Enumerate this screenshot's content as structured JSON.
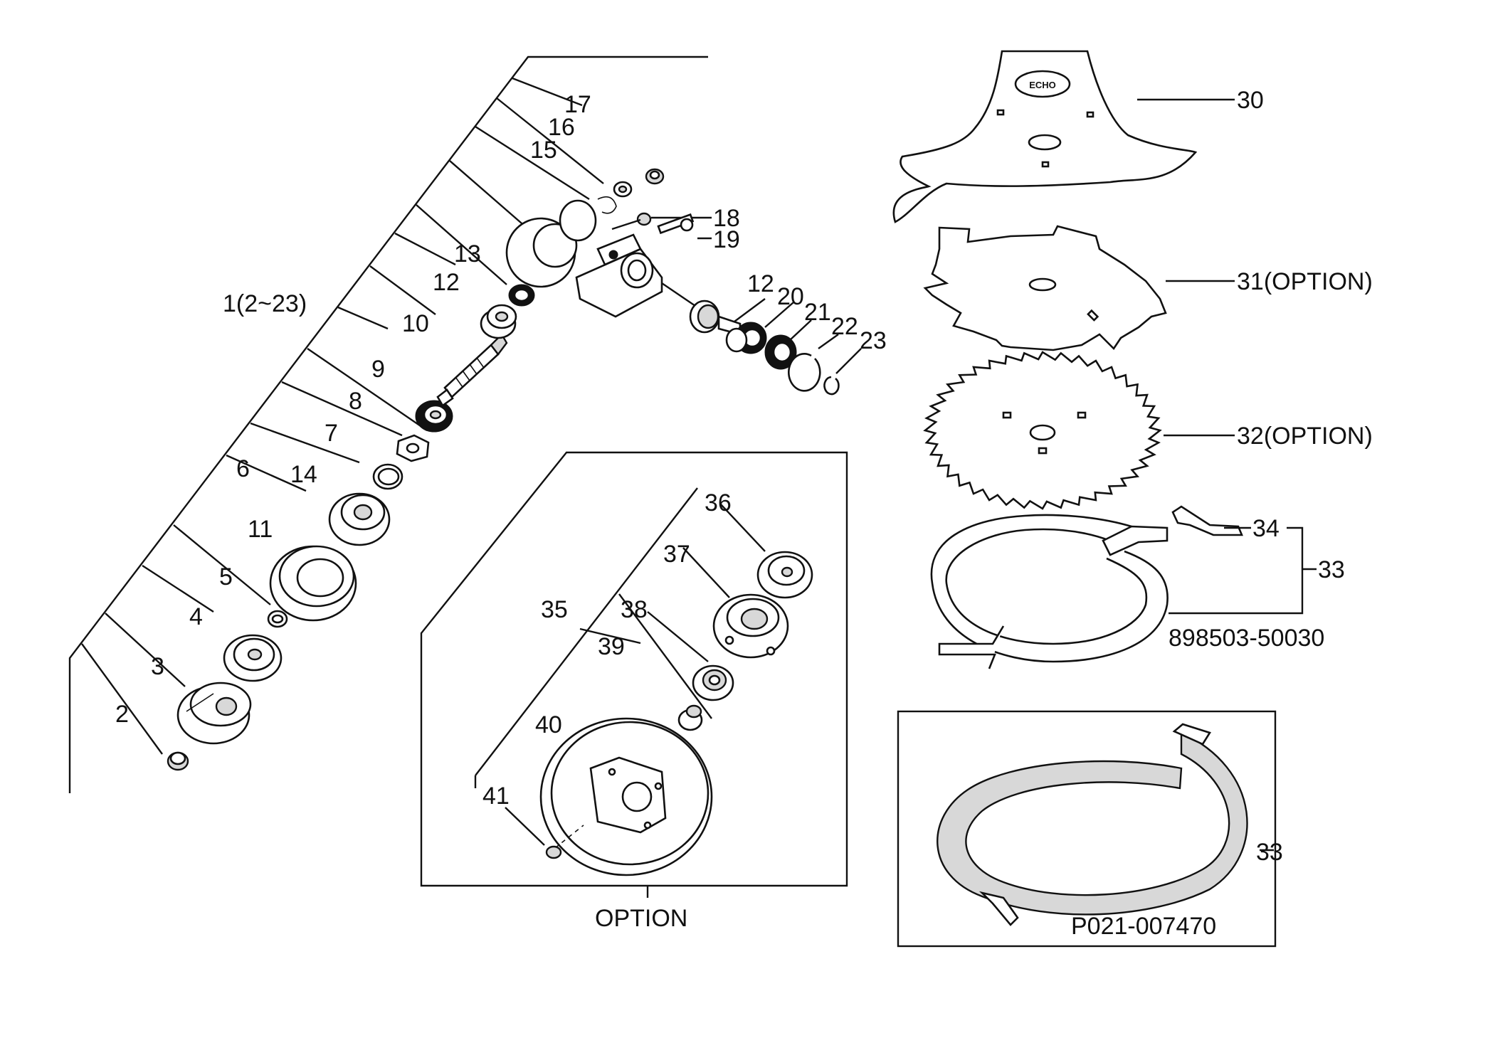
{
  "labels": {
    "l1": "1(2~23)",
    "l2": "2",
    "l3": "3",
    "l4": "4",
    "l5": "5",
    "l6": "6",
    "l7": "7",
    "l8": "8",
    "l9": "9",
    "l10": "10",
    "l11": "11",
    "l12a": "12",
    "l12b": "12",
    "l13": "13",
    "l14": "14",
    "l15": "15",
    "l16": "16",
    "l17": "17",
    "l18": "18",
    "l19": "19",
    "l20": "20",
    "l21": "21",
    "l22": "22",
    "l23": "23",
    "l30": "30",
    "l31": "31(OPTION)",
    "l32": "32(OPTION)",
    "l33a": "33",
    "l33b": "33",
    "l34": "34",
    "l35": "35",
    "l36": "36",
    "l37": "37",
    "l38": "38",
    "l39": "39",
    "l40": "40",
    "l41": "41"
  },
  "codes": {
    "guard_part_no": "898503-50030",
    "guard_part_no_alt": "P021-007470"
  },
  "option_box": {
    "caption": "OPTION"
  },
  "blade_logo": {
    "brand": "ECHO"
  }
}
